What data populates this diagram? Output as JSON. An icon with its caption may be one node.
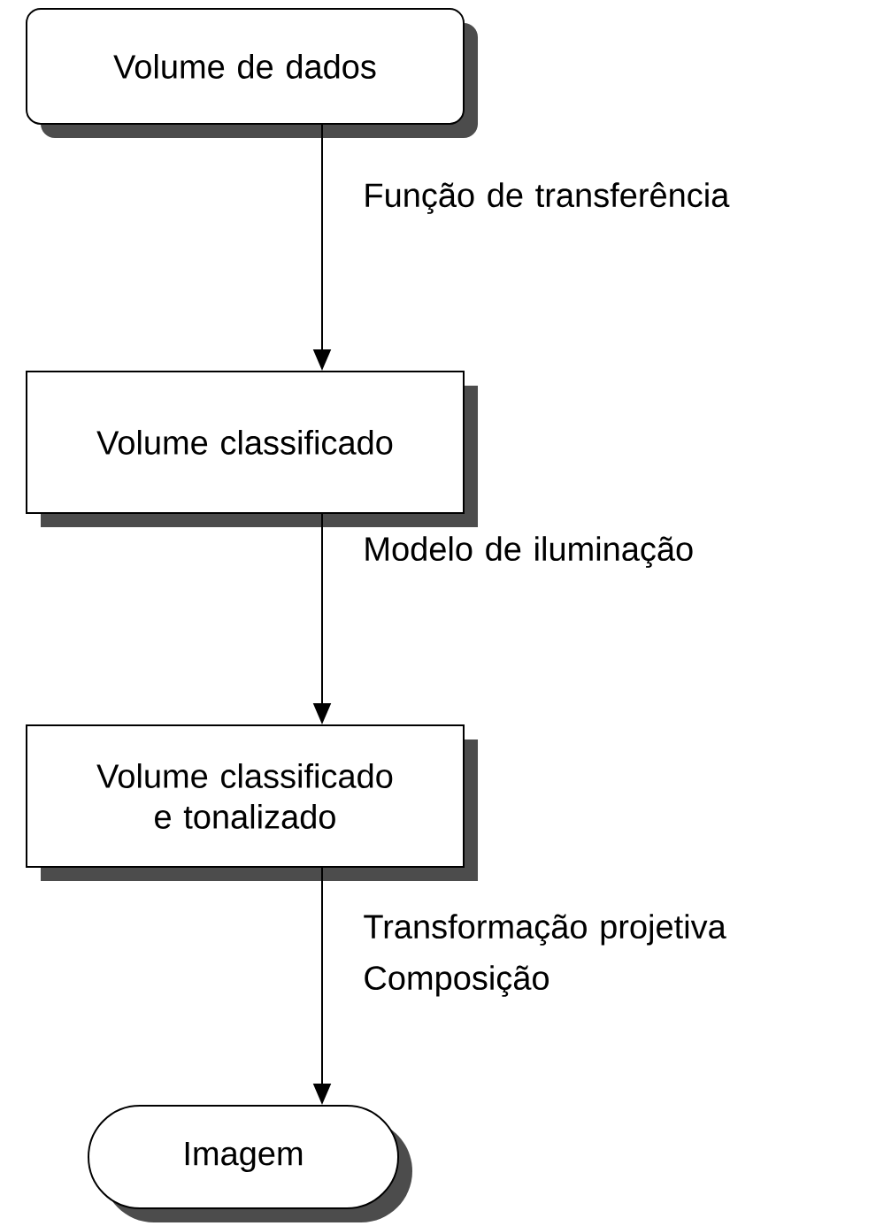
{
  "diagram": {
    "nodes": [
      {
        "text": [
          "Volume de dados"
        ]
      },
      {
        "text": [
          "Volume classificado"
        ]
      },
      {
        "text": [
          "Volume classificado e tonalizado"
        ]
      },
      {
        "text": [
          "Imagem"
        ]
      }
    ],
    "edges": [
      {
        "from": 0,
        "to": 1,
        "arrow": "to",
        "label": "Função de transferência"
      },
      {
        "from": 1,
        "to": 2,
        "arrow": "to",
        "label": "Modelo de iluminação"
      },
      {
        "from": 2,
        "to": 3,
        "arrow": "to",
        "label": "Transformação projetiva Composição"
      }
    ]
  }
}
